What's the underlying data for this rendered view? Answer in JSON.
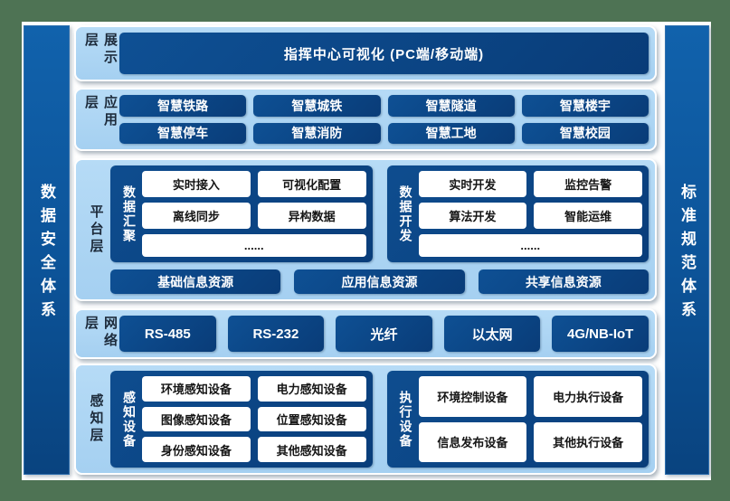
{
  "colors": {
    "frame_green": "#4e7354",
    "slide_white": "#ffffff",
    "panel_light_blue": "#aad4f2",
    "deep_blue_box": "#0c4788",
    "side_bar_blue": "#0d59a3",
    "white_box_text": "#151515"
  },
  "left_bar": {
    "title": "数据安全体系"
  },
  "right_bar": {
    "title": "标准规范体系"
  },
  "layers": [
    {
      "label": "展示层",
      "boxes": [
        "指挥中心可视化 (PC端/移动端)"
      ]
    },
    {
      "label": "应用层",
      "boxes": [
        "智慧铁路",
        "智慧城铁",
        "智慧隧道",
        "智慧楼宇",
        "智慧停车",
        "智慧消防",
        "智慧工地",
        "智慧校园"
      ]
    },
    {
      "label": "平台层",
      "groups": [
        {
          "label": "数据汇聚",
          "items": [
            "实时接入",
            "可视化配置",
            "离线同步",
            "异构数据",
            "......"
          ]
        },
        {
          "label": "数据开发",
          "items": [
            "实时开发",
            "监控告警",
            "算法开发",
            "智能运维",
            "......"
          ]
        }
      ],
      "resources": [
        "基础信息资源",
        "应用信息资源",
        "共享信息资源"
      ]
    },
    {
      "label": "网络层",
      "boxes": [
        "RS-485",
        "RS-232",
        "光纤",
        "以太网",
        "4G/NB-IoT"
      ]
    },
    {
      "label": "感知层",
      "groups": [
        {
          "label": "感知设备",
          "items": [
            "环境感知设备",
            "电力感知设备",
            "图像感知设备",
            "位置感知设备",
            "身份感知设备",
            "其他感知设备"
          ]
        },
        {
          "label": "执行设备",
          "items": [
            "环境控制设备",
            "电力执行设备",
            "信息发布设备",
            "其他执行设备"
          ]
        }
      ]
    }
  ]
}
